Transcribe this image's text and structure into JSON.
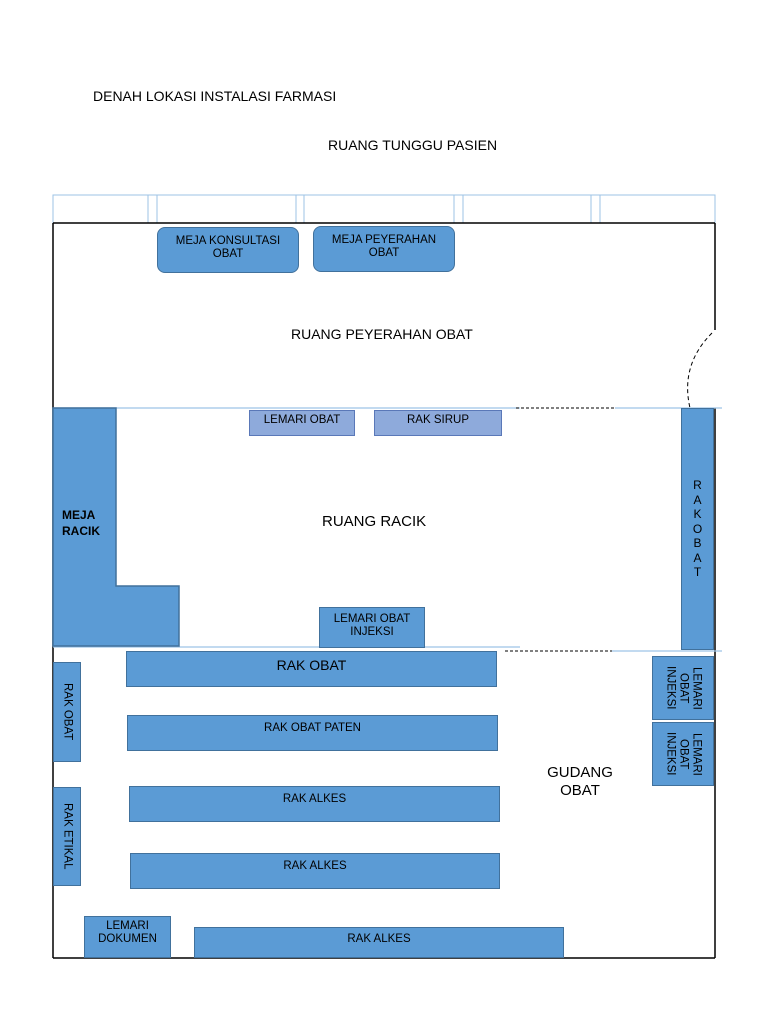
{
  "title": "DENAH LOKASI INSTALASI FARMASI",
  "waiting_room": "RUANG TUNGGU PASIEN",
  "rooms": {
    "handover": "RUANG PEYERAHAN OBAT",
    "compounding": "RUANG RACIK",
    "warehouse": "GUDANG OBAT"
  },
  "furniture": {
    "meja_konsultasi": "MEJA KONSULTASI OBAT",
    "meja_peyerahan": "MEJA PEYERAHAN OBAT",
    "lemari_obat": "LEMARI OBAT",
    "rak_sirup": "RAK SIRUP",
    "meja_racik": "MEJA RACIK",
    "rak_obat_vertical": "R A K   O B A T",
    "lemari_obat_injeksi_racik": "LEMARI OBAT INJEKSI",
    "rak_obat": "RAK OBAT",
    "rak_obat_paten": "RAK OBAT PATEN",
    "rak_alkes_1": "RAK ALKES",
    "rak_alkes_2": "RAK ALKES",
    "rak_alkes_3": "RAK ALKES",
    "rak_obat_side": "RAK OBAT",
    "rak_etikal": "RAK ETIKAL",
    "lemari_dokumen": "LEMARI DOKUMEN",
    "lemari_injeksi_1": "LEMARI OBAT INJEKSI",
    "lemari_injeksi_2": "LEMARI OBAT INJEKSI"
  },
  "colors": {
    "furniture_fill": "#5b9bd5",
    "furniture_light": "#8eaadb",
    "wall": "#000000",
    "window": "#9dc3e6"
  }
}
